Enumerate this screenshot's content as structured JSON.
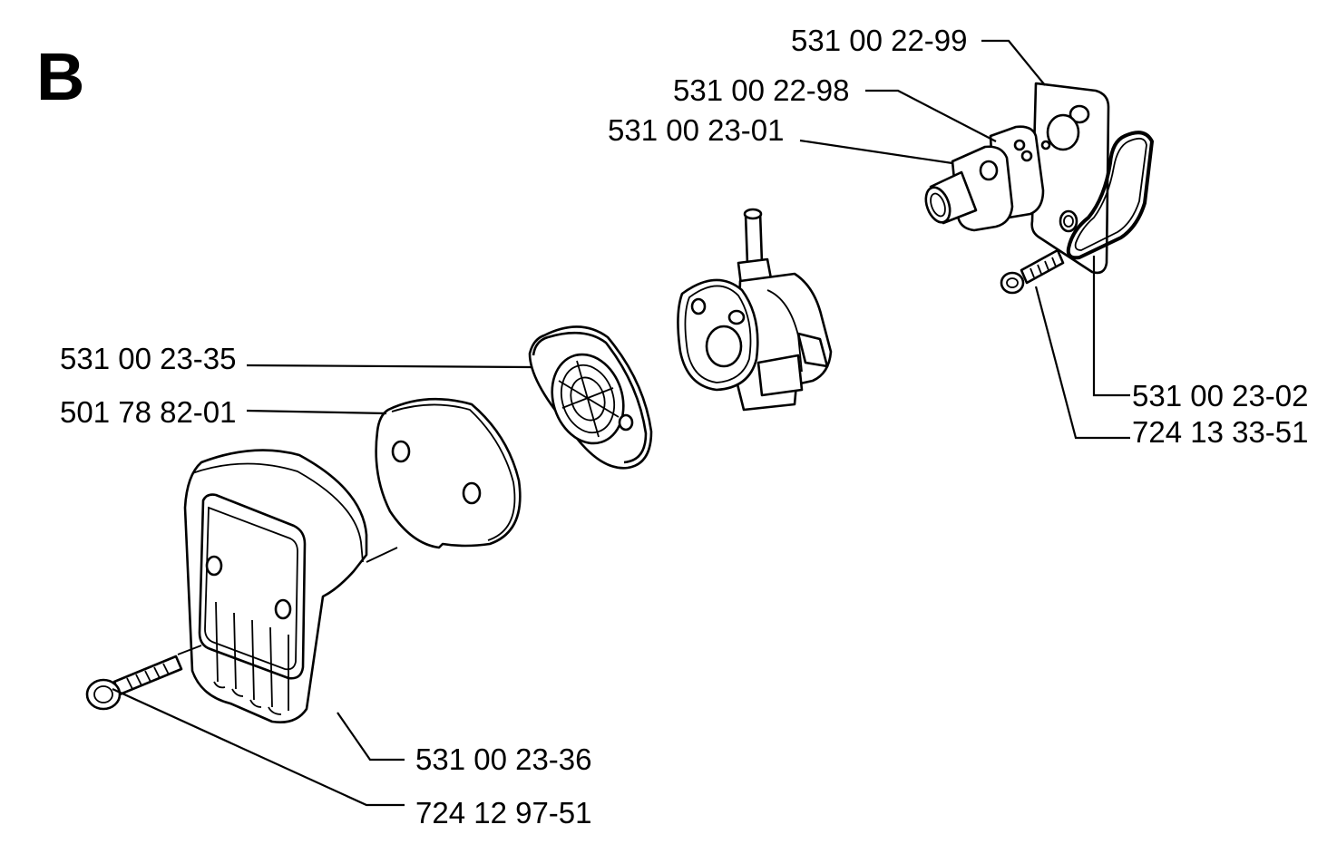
{
  "section_letter": "B",
  "callouts": [
    {
      "id": "gasket-top",
      "part_number": "531 00 22-99"
    },
    {
      "id": "gasket-mid",
      "part_number": "531 00 22-98"
    },
    {
      "id": "intake-adapter",
      "part_number": "531 00 23-01"
    },
    {
      "id": "o-ring",
      "part_number": "531 00 23-02"
    },
    {
      "id": "screw-top",
      "part_number": "724 13 33-51"
    },
    {
      "id": "filter-holder",
      "part_number": "531 00 23-35"
    },
    {
      "id": "air-filter",
      "part_number": "501 78 82-01"
    },
    {
      "id": "filter-cover",
      "part_number": "531 00 23-36"
    },
    {
      "id": "screw-bottom",
      "part_number": "724 12 97-51"
    }
  ],
  "colors": {
    "ink": "#000000",
    "paper": "#ffffff"
  }
}
